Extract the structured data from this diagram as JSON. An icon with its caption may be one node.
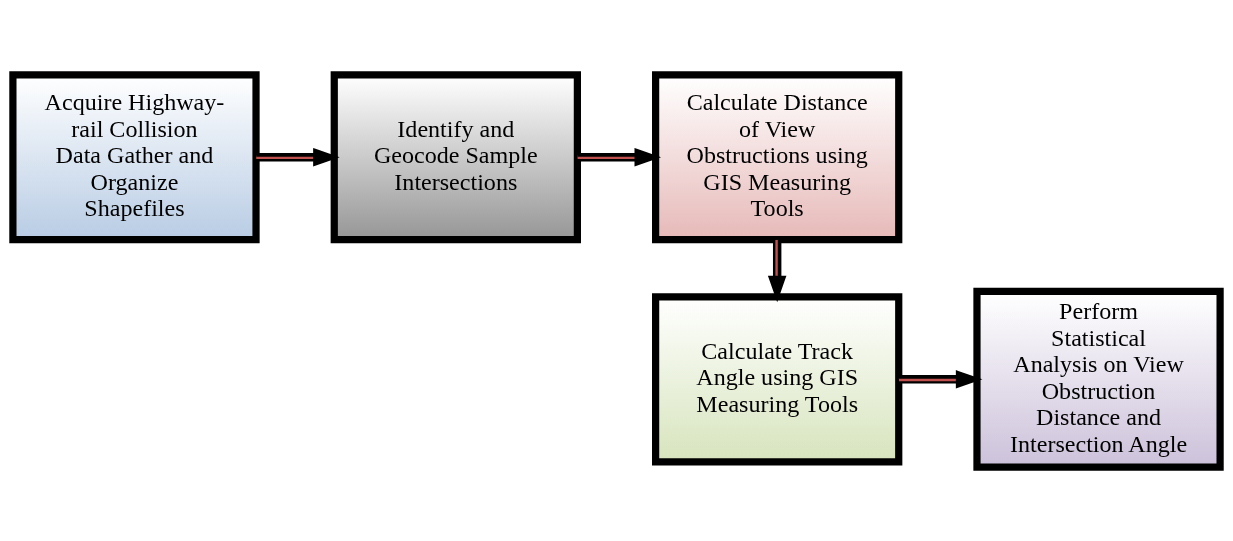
{
  "diagram": {
    "nodes": [
      {
        "text": [
          "Acquire Highway-rail Collision Data Gather and Organize Shapefiles"
        ]
      },
      {
        "text": [
          "Identify and Geocode Sample Intersections"
        ]
      },
      {
        "text": [
          "Calculate Distance of View Obstructions using GIS Measuring Tools"
        ]
      },
      {
        "text": [
          "Calculate Track Angle using GIS Measuring Tools"
        ]
      },
      {
        "text": [
          "Perform Statistical Analysis on View Obstruction Distance and Intersection Angle"
        ]
      }
    ],
    "edges": [
      {
        "from": 0,
        "to": 1,
        "arrow": "to"
      },
      {
        "from": 1,
        "to": 2,
        "arrow": "to"
      },
      {
        "from": 2,
        "to": 3,
        "arrow": "to"
      },
      {
        "from": 3,
        "to": 4,
        "arrow": "to"
      }
    ]
  }
}
